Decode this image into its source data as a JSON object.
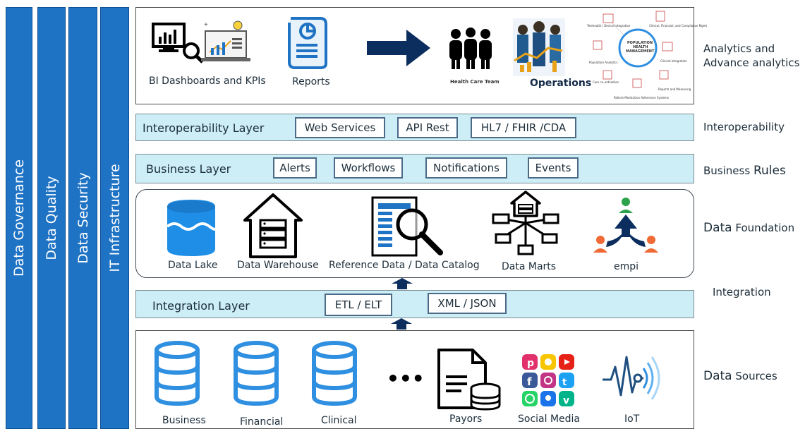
{
  "pillars": {
    "governance": "Data Governance",
    "quality": "Data Quality",
    "security": "Data Security",
    "infrastructure": "IT Infrastructure"
  },
  "analytics": {
    "bi_label": "BI Dashboards and KPIs",
    "reports_label": "Reports",
    "team_label": "Health Care Team",
    "operations_label": "Operations",
    "phm": {
      "center": [
        "POPULATION",
        "HEALTH",
        "MANAGEMENT"
      ],
      "items": [
        "Telehealth / Device Integration",
        "Clinical, Financial, and Compliance Mgmt",
        "Population Analytics",
        "Clinical Integration",
        "Care co-ordination",
        "Reports and Measuring",
        "Patient Medication Adherence Systems"
      ]
    }
  },
  "interoperability": {
    "label": "Interoperability Layer",
    "chips": [
      "Web Services",
      "API Rest",
      "HL7 / FHIR /CDA"
    ]
  },
  "business": {
    "label": "Business Layer",
    "chips": [
      "Alerts",
      "Workflows",
      "Notifications",
      "Events"
    ]
  },
  "foundation": {
    "data_lake": "Data Lake",
    "data_warehouse": "Data Warehouse",
    "reference": "Reference Data / Data Catalog",
    "data_marts": "Data Marts",
    "empi": "empi"
  },
  "integration": {
    "label": "Integration Layer",
    "chips": [
      "ETL / ELT",
      "XML / JSON"
    ]
  },
  "sources": {
    "business": "Business",
    "financial": "Financial",
    "clinical": "Clinical",
    "ellipsis": "•••",
    "payors": "Payors",
    "social_media": "Social Media",
    "iot": "IoT"
  },
  "right_labels": {
    "analytics_1": "Analytics and",
    "analytics_2": "Advance analytics",
    "interoperability": "Interoperability",
    "business_a": "Business",
    "business_b": "Rules",
    "foundation_a": "Data",
    "foundation_b": "Foundation",
    "integration": "Integration",
    "sources_a": "Data",
    "sources_b": "Sources"
  },
  "colors": {
    "pillar": "#1f73c4",
    "band": "#cdeef7",
    "arrow": "#0b2e5e",
    "db_blue": "#2f8fe0"
  }
}
